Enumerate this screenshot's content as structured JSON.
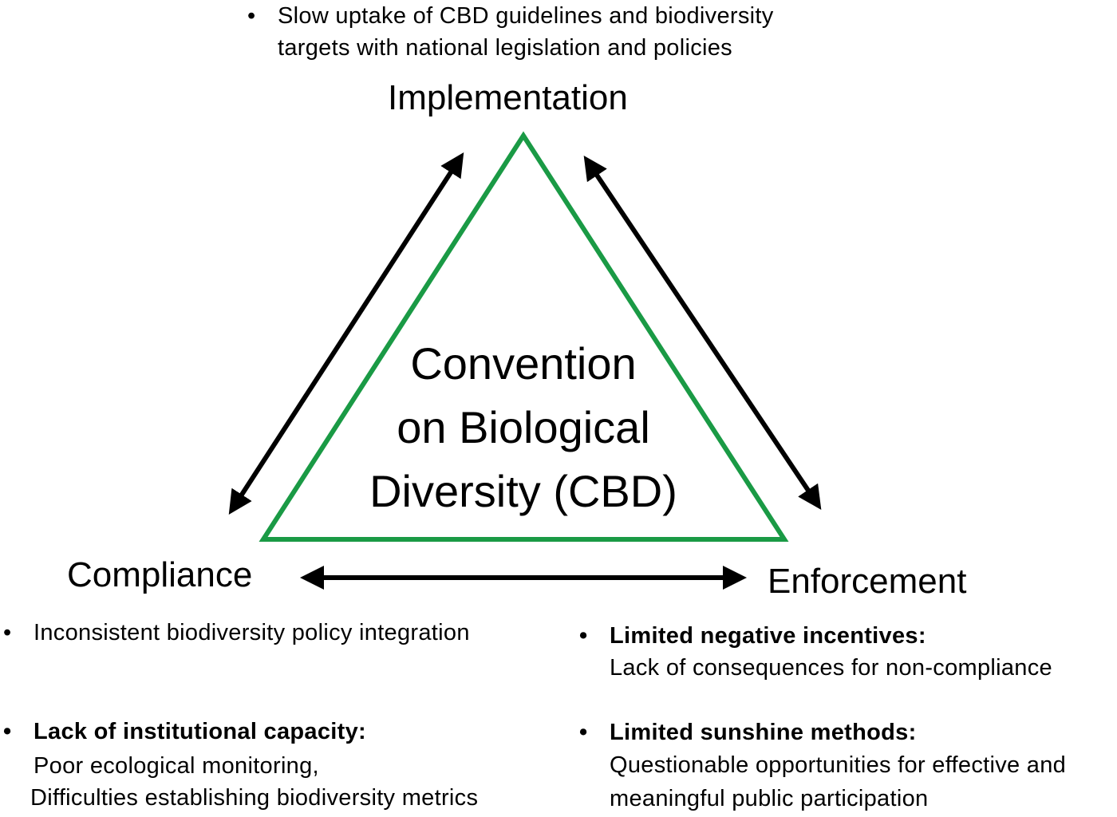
{
  "implementation": {
    "label": "Implementation",
    "bullet_line1": "Slow uptake of CBD guidelines and biodiversity",
    "bullet_line2": "targets with national legislation and policies"
  },
  "center": {
    "line1": "Convention",
    "line2": "on Biological",
    "line3": "Diversity (CBD)"
  },
  "compliance": {
    "label": "Compliance",
    "bullet1": "Inconsistent biodiversity policy integration",
    "bullet2_title": "Lack of institutional capacity:",
    "bullet2_line1": "Poor ecological monitoring,",
    "bullet2_line2": "Difficulties establishing biodiversity metrics"
  },
  "enforcement": {
    "label": "Enforcement",
    "bullet1_title": "Limited negative incentives:",
    "bullet1_line1": "Lack of consequences for non-compliance",
    "bullet2_title": "Limited sunshine methods:",
    "bullet2_line1": "Questionable opportunities for effective and",
    "bullet2_line2": "meaningful public participation"
  },
  "colors": {
    "triangle": "#1a9a45",
    "arrows": "#000000"
  }
}
